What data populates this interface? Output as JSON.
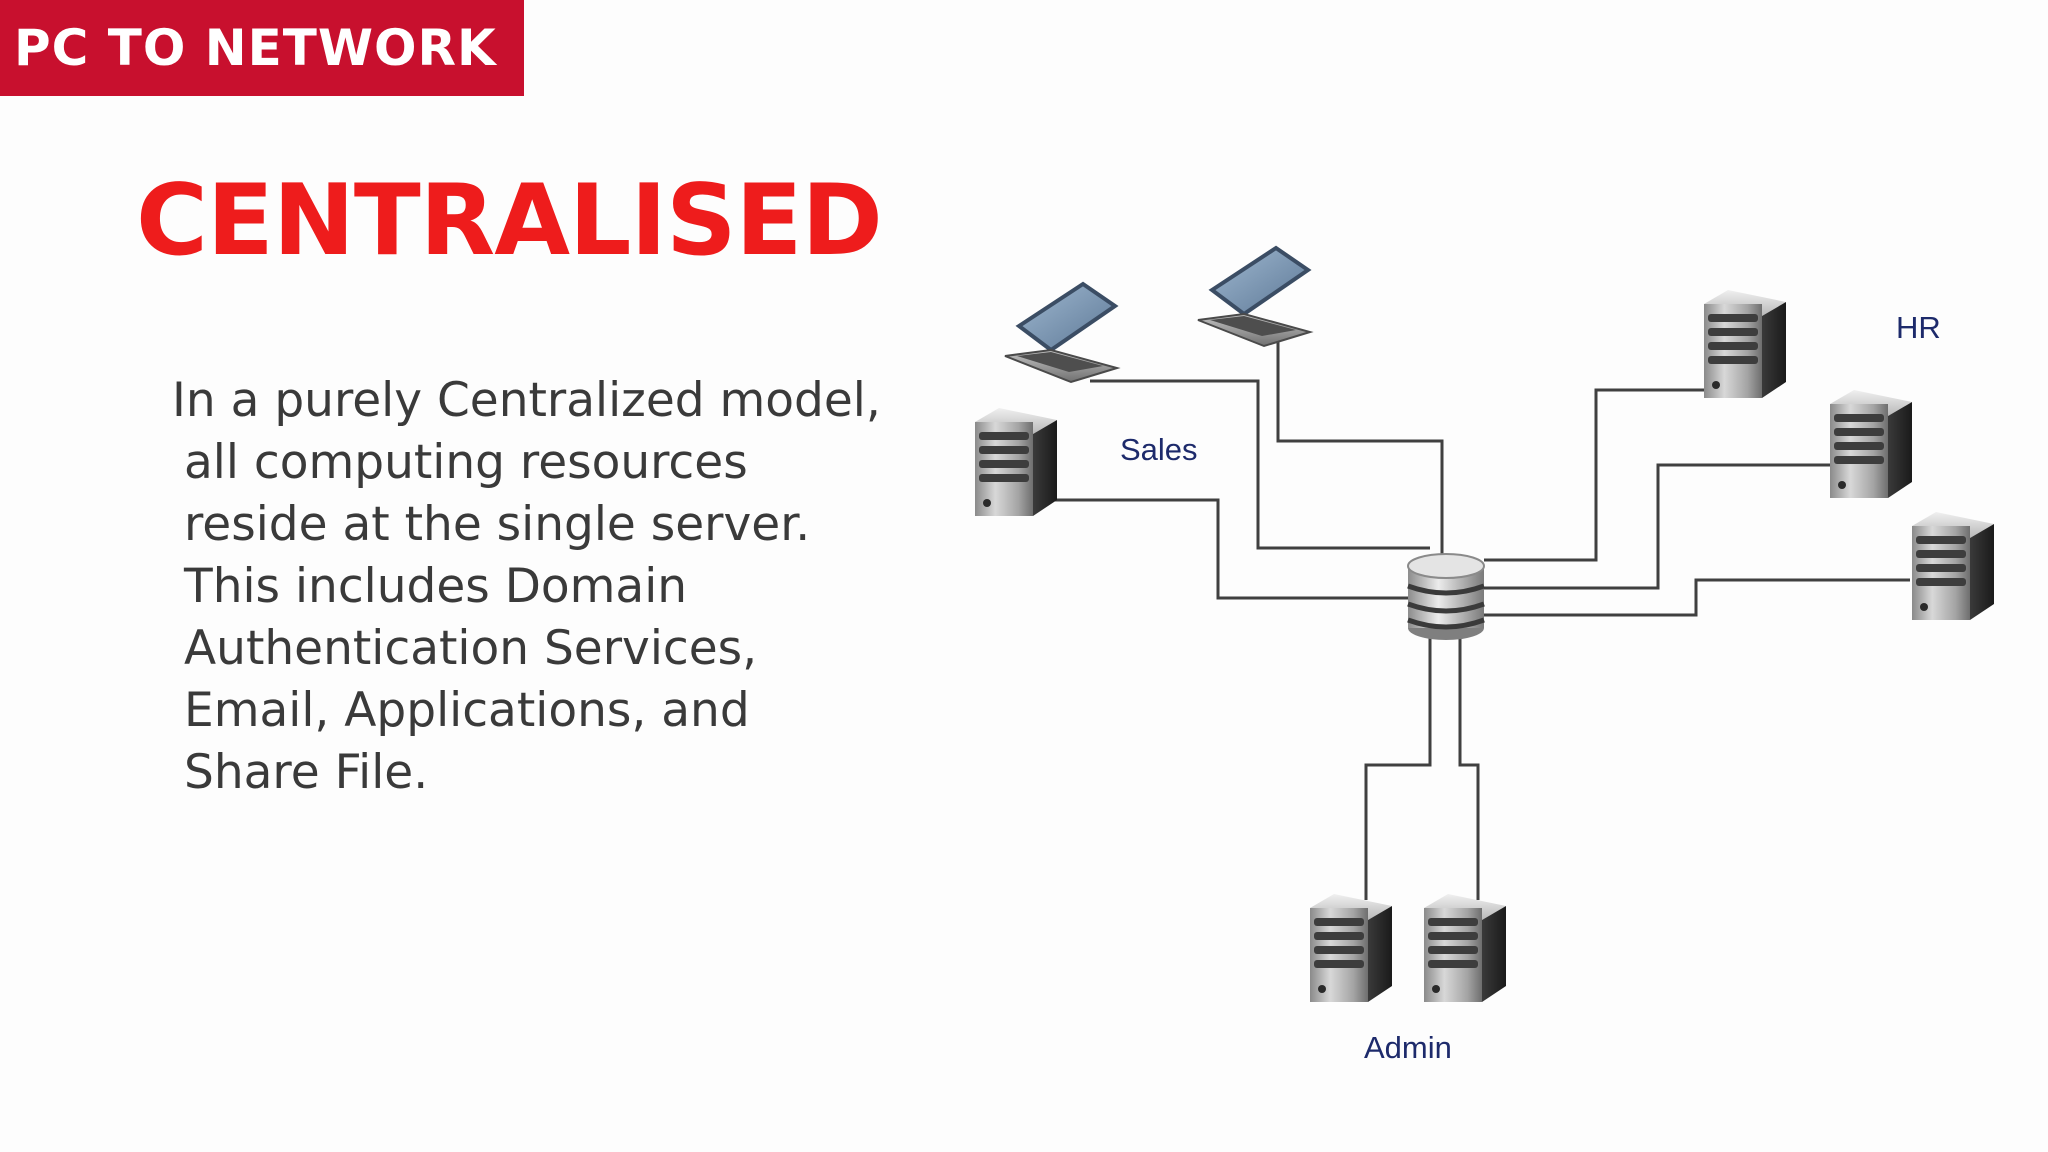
{
  "brand": {
    "text": "PC TO NETWORK"
  },
  "title": "CENTRALISED",
  "body_lines": [
    "In a purely Centralized model,",
    "all computing resources",
    "reside at the single server.",
    "This includes Domain",
    "Authentication Services,",
    "Email, Applications, and",
    "Share File."
  ],
  "diagram": {
    "labels": {
      "sales": "Sales",
      "hr": "HR",
      "admin": "Admin"
    },
    "nodes": [
      {
        "name": "sales-laptop-1",
        "kind": "laptop",
        "group": "Sales"
      },
      {
        "name": "sales-laptop-2",
        "kind": "laptop",
        "group": "Sales"
      },
      {
        "name": "sales-server",
        "kind": "server",
        "group": "Sales"
      },
      {
        "name": "central-server",
        "kind": "database",
        "group": ""
      },
      {
        "name": "hr-server-1",
        "kind": "server",
        "group": "HR"
      },
      {
        "name": "hr-server-2",
        "kind": "server",
        "group": "HR"
      },
      {
        "name": "hr-server-3",
        "kind": "server",
        "group": "HR"
      },
      {
        "name": "admin-server-1",
        "kind": "server",
        "group": "Admin"
      },
      {
        "name": "admin-server-2",
        "kind": "server",
        "group": "Admin"
      }
    ]
  },
  "colors": {
    "banner": "#c8102e",
    "title": "#ee1c1c",
    "body_text": "#3a3a3a",
    "label": "#1d2a6b",
    "link": "#404040"
  }
}
